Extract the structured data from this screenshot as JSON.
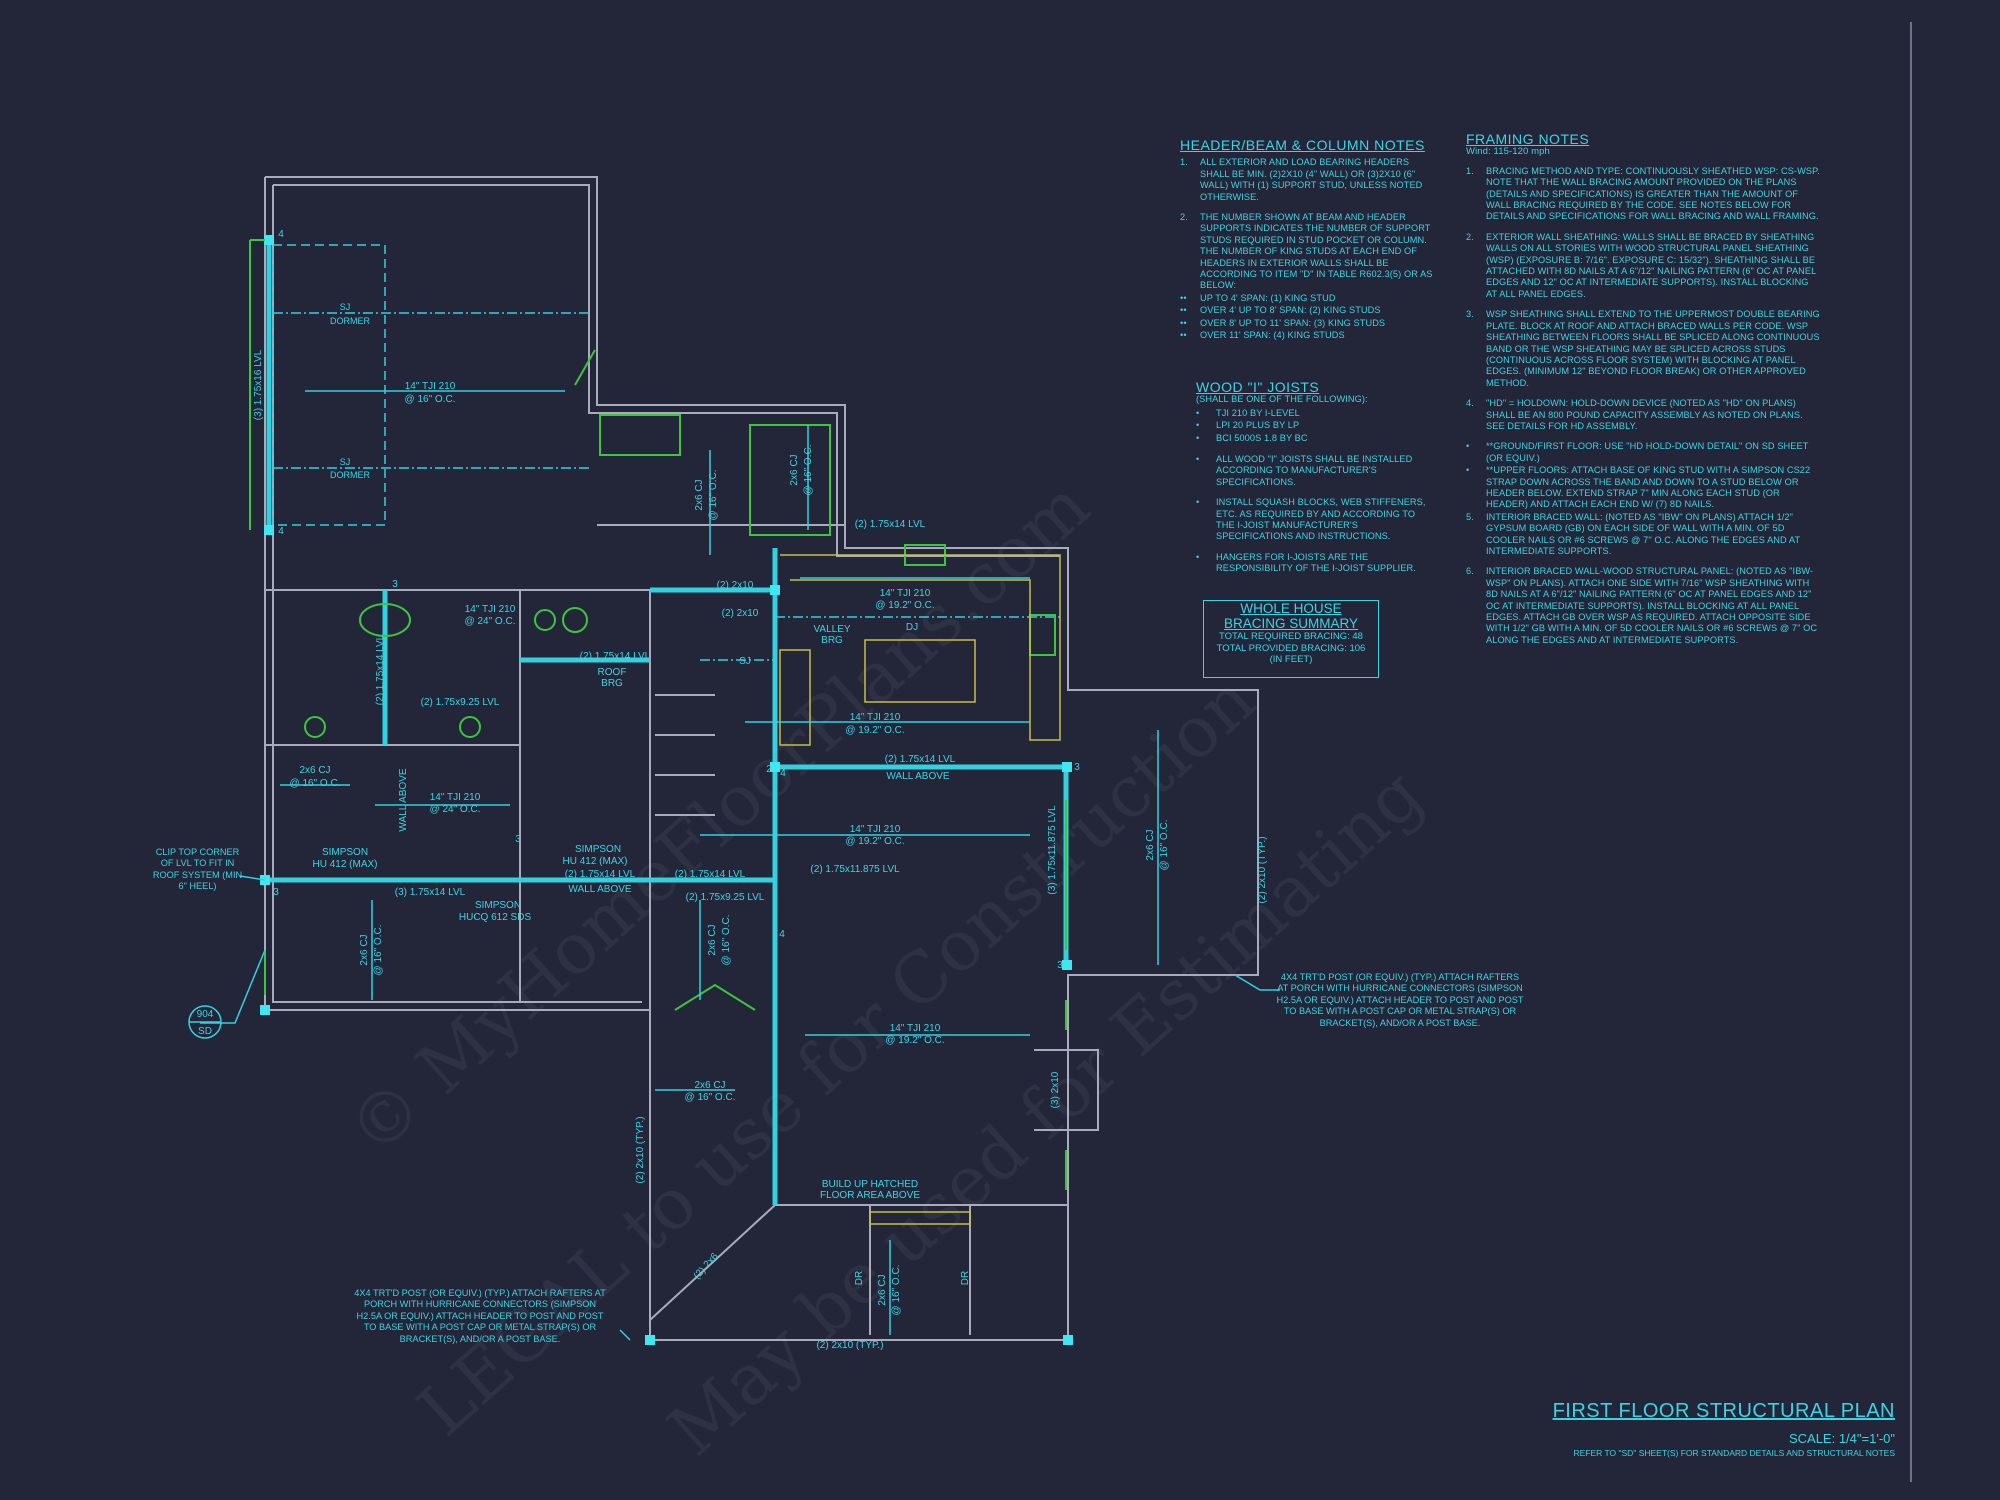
{
  "colors": {
    "background": "#232639",
    "annotation": "#3fd3e2",
    "walls": "#a9abbb",
    "fixtures": "#3ec43e",
    "cabinets": "#c6bf45"
  },
  "watermark": [
    "© MyHomeFloorPlans.com",
    "LEGAL to use for Construction",
    "May be used for Estimating"
  ],
  "header_notes": {
    "title": "HEADER/BEAM & COLUMN NOTES",
    "items": [
      {
        "num": "1.",
        "text": "ALL EXTERIOR AND LOAD BEARING HEADERS SHALL BE MIN. (2)2x10 (4\" WALL) OR (3)2x10 (6\" WALL) WITH (1) SUPPORT STUD, UNLESS NOTED OTHERWISE."
      },
      {
        "num": "2.",
        "text": "THE NUMBER SHOWN AT BEAM AND HEADER SUPPORTS INDICATES THE NUMBER OF SUPPORT STUDS REQUIRED IN STUD POCKET OR COLUMN. THE NUMBER OF KING STUDS AT EACH END OF HEADERS IN EXTERIOR WALLS SHALL BE ACCORDING TO ITEM \"d\" IN TABLE R602.3(5) OR AS BELOW:"
      }
    ],
    "spans": [
      "UP TO 4' SPAN: (1) KING STUD",
      "OVER 4' UP TO 8' SPAN: (2) KING STUDS",
      "OVER 8' UP TO 11' SPAN: (3) KING STUDS",
      "OVER 11' SPAN: (4) KING STUDS"
    ]
  },
  "joist_notes": {
    "title": "WOOD \"I\" JOISTS",
    "subtitle": "(SHALL BE ONE OF THE FOLLOWING):",
    "products": [
      "TJI 210 BY I-LEVEL",
      "LPI 20 PLUS BY LP",
      "BCI 5000s 1.8 BY BC"
    ],
    "items": [
      "ALL WOOD \"I\" JOISTS SHALL BE INSTALLED ACCORDING TO MANUFACTURER'S SPECIFICATIONS.",
      "INSTALL SQUASH BLOCKS, WEB STIFFENERS, ETC. AS REQUIRED BY AND ACCORDING TO THE I-JOIST MANUFACTURER'S SPECIFICATIONS AND INSTRUCTIONS.",
      "HANGERS FOR I-JOISTS ARE THE RESPONSIBILITY OF THE I-JOIST SUPPLIER."
    ]
  },
  "bracing_summary": {
    "title_line1": "WHOLE HOUSE",
    "title_line2": "BRACING SUMMARY",
    "required": "TOTAL REQUIRED BRACING: 48",
    "provided": "TOTAL PROVIDED BRACING: 106",
    "unit": "(IN FEET)"
  },
  "framing_notes": {
    "title": "FRAMING NOTES",
    "wind": "Wind: 115-120 mph",
    "items": [
      {
        "num": "1.",
        "text": "BRACING METHOD AND TYPE: CONTINUOUSLY SHEATHED WSP: CS-WSP. NOTE THAT THE WALL BRACING AMOUNT PROVIDED ON THE PLANS (DETAILS AND SPECIFICATIONS) IS GREATER THAN THE AMOUNT OF WALL BRACING REQUIRED BY THE CODE. SEE NOTES BELOW FOR DETAILS AND SPECIFICATIONS FOR WALL BRACING AND WALL FRAMING."
      },
      {
        "num": "2.",
        "text": "EXTERIOR WALL SHEATHING: WALLS SHALL BE BRACED BY SHEATHING WALLS ON ALL STORIES WITH WOOD STRUCTURAL PANEL SHEATHING (WSP) (EXPOSURE B: 7/16\". EXPOSURE C: 15/32\"). SHEATHING SHALL BE ATTACHED WITH 8d NAILS AT A 6\"/12\" NAILING PATTERN (6\" OC AT PANEL EDGES AND 12\" OC AT INTERMEDIATE SUPPORTS). INSTALL BLOCKING AT ALL PANEL EDGES."
      },
      {
        "num": "3.",
        "text": "WSP SHEATHING SHALL EXTEND TO THE UPPERMOST DOUBLE BEARING PLATE. BLOCK AT ROOF AND ATTACH BRACED WALLS PER CODE. WSP SHEATHING BETWEEN FLOORS SHALL BE SPLICED ALONG CONTINUOUS BAND OR THE WSP SHEATHING MAY BE SPLICED ACROSS STUDS (CONTINUOUS ACROSS FLOOR SYSTEM) WITH BLOCKING AT PANEL EDGES. (MINIMUM 12\" BEYOND FLOOR BREAK) OR OTHER APPROVED METHOD."
      },
      {
        "num": "4.",
        "text": "\"HD\" = HOLDOWN: HOLD-DOWN DEVICE (NOTED AS \"HD\" ON PLANS) SHALL BE AN 800 POUND CAPACITY ASSEMBLY AS NOTED ON PLANS. SEE DETAILS FOR HD ASSEMBLY."
      },
      {
        "num": "•",
        "text": "**GROUND/FIRST FLOOR: USE \"HD HOLD-DOWN DETAIL\" ON SD SHEET (OR EQUIV.)"
      },
      {
        "num": "•",
        "text": "**UPPER FLOORS: ATTACH BASE OF KING STUD WITH A SIMPSON CS22 STRAP DOWN ACROSS THE BAND AND DOWN TO A STUD BELOW OR HEADER BELOW. EXTEND STRAP 7\" MIN ALONG EACH STUD (OR HEADER) AND ATTACH EACH END W/ (7) 8d NAILS."
      },
      {
        "num": "5.",
        "text": "INTERIOR BRACED WALL: (NOTED AS \"IBW\" ON PLANS) ATTACH 1/2\" GYPSUM BOARD (GB) ON EACH SIDE OF WALL WITH A MIN. OF 5d COOLER NAILS OR #6 SCREWS @ 7\" O.C. ALONG THE EDGES AND AT INTERMEDIATE SUPPORTS."
      },
      {
        "num": "6.",
        "text": "INTERIOR BRACED WALL-WOOD STRUCTURAL PANEL: (NOTED AS \"IBW-WSP\" ON PLANS). ATTACH ONE SIDE WITH 7/16\" WSP SHEATHING WITH 8d NAILS AT A 6\"/12\" NAILING PATTERN (6\" OC AT PANEL EDGES AND 12\" OC AT INTERMEDIATE SUPPORTS). INSTALL BLOCKING AT ALL PANEL EDGES. ATTACH GB OVER WSP AS REQUIRED. ATTACH OPPOSITE SIDE WITH 1/2\" GB WITH A MIN. OF 5d COOLER NAILS OR #6 SCREWS @ 7\" OC ALONG THE EDGES AND AT INTERMEDIATE SUPPORTS."
      }
    ]
  },
  "callouts": {
    "porch_right": "4x4 TRT'D POST (OR EQUIV.) (TYP.) ATTACH RAFTERS AT PORCH WITH HURRICANE CONNECTORS (SIMPSON H2.5A OR EQUIV.) ATTACH HEADER TO POST AND POST TO BASE WITH A POST CAP OR METAL STRAP(S) OR BRACKET(S), AND/OR A POST BASE.",
    "porch_bottom": "4x4 TRT'D POST (OR EQUIV.) (TYP.) ATTACH RAFTERS AT PORCH WITH HURRICANE CONNECTORS (SIMPSON H2.5A OR EQUIV.) ATTACH HEADER TO POST AND POST TO BASE WITH A POST CAP OR METAL STRAP(S) OR BRACKET(S), AND/OR A POST BASE.",
    "clip": "CLIP TOP CORNER OF LVL TO FIT IN ROOF SYSTEM (MIN 6\" HEEL)",
    "detail_num": "904",
    "detail_sheet": "SD"
  },
  "plan": {
    "sj": "SJ",
    "dormer": "DORMER",
    "tji_210": "14\" TJI 210",
    "oc16": "@ 16\" O.C.",
    "oc192": "@ 19.2\" O.C.",
    "oc24": "@ 24\" O.C.",
    "lvl_3_16": "(3) 1.75x16 LVL",
    "cj": "2x6 CJ",
    "lvl_2_14": "(2) 1.75x14 LVL",
    "lvl_3_14": "(3) 1.75x14 LVL",
    "lvl_2_925": "(2) 1.75x9.25 LVL",
    "lvl_2_11875": "(2) 1.75x11.875 LVL",
    "lvl_3_11875": "(3) 1.75x11.875 LVL",
    "dj": "DJ",
    "valley": "VALLEY",
    "brg": "BRG",
    "roof": "ROOF",
    "two_2x10": "(2) 2x10",
    "two_2x10_typ": "(2) 2x10 (TYP.)",
    "three_2x10": "(3) 2x10",
    "two_2x6": "(2) 2x6",
    "wall_above": "WALL ABOVE",
    "simpson": "SIMPSON",
    "hu412": "HU 412 (MAX)",
    "hucq": "HUCQ 612 SDS",
    "build_up": "BUILD UP HATCHED",
    "floor_above": "FLOOR AREA ABOVE",
    "dr": "DR",
    "n2": "2",
    "n3": "3",
    "n4": "4"
  },
  "title_block": {
    "title": "FIRST FLOOR STRUCTURAL PLAN",
    "scale": "SCALE: 1/4\"=1'-0\"",
    "reference": "REFER TO \"SD\" SHEET(S) FOR STANDARD DETAILS AND STRUCTURAL NOTES"
  }
}
